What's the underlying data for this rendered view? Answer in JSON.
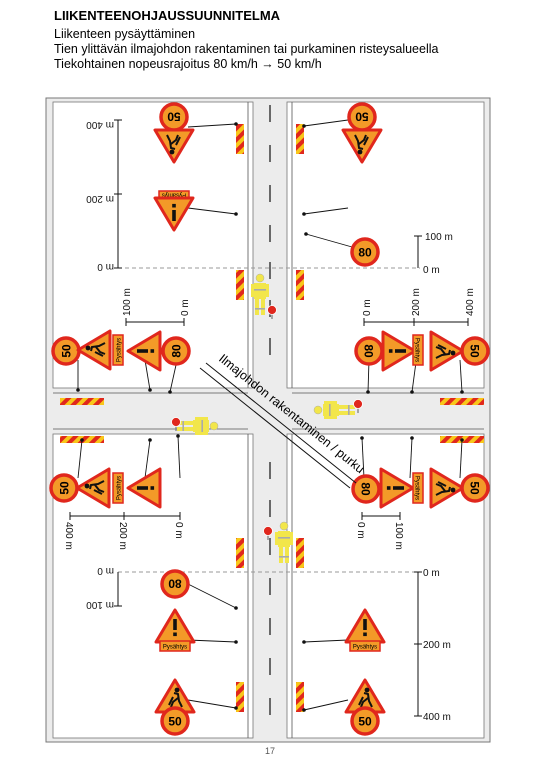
{
  "header": {
    "title": "LIIKENTEENOHJAUSSUUNNITELMA",
    "line1": "Liikenteen pysäyttäminen",
    "line2": "Tien ylittävän ilmajohdon rakentaminen tai purkaminen risteysalueella",
    "line3": "Tiekohtainen nopeusrajoitus 80 km/h → 50 km/h"
  },
  "diagram": {
    "sign_texts": {
      "speed_50": "50",
      "speed_80": "80",
      "stop_plate": "Pysähtys"
    },
    "distances": {
      "m0": "0 m",
      "m100": "100 m",
      "m200": "200 m",
      "m400": "400 m",
      "zero_rot": "m 0",
      "m200_rot": "m 200",
      "m400_rot": "m 400",
      "m100_rot": "m 100"
    },
    "overhead_line_label": "Ilmajohdon rakentaminen / purku"
  },
  "footer": {
    "page": "17"
  },
  "colors": {
    "sign_red": "#e0271d",
    "sign_fill": "#f39a28",
    "road_gray": "#ececec",
    "worker": "#f2e64a"
  }
}
